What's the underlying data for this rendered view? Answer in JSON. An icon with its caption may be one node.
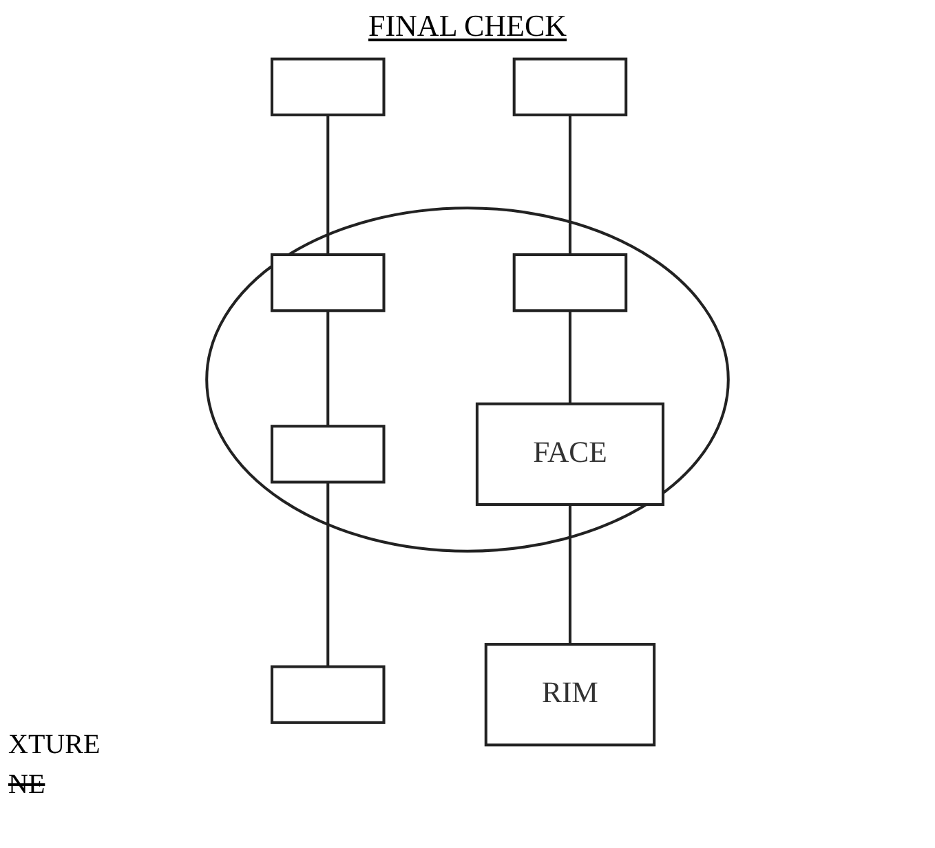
{
  "diagram": {
    "title": "FINAL CHECK",
    "nodes": [
      {
        "text": [],
        "shape": "box"
      },
      {
        "text": [],
        "shape": "circle"
      },
      {
        "text": [],
        "shape": "box",
        "in": 1
      },
      {
        "text": [],
        "shape": "box"
      },
      {
        "text": [],
        "shape": "box",
        "in": 1
      },
      {
        "text": [
          "FACE"
        ],
        "in": 1
      },
      {
        "text": [
          "RIM"
        ]
      },
      {
        "text": [],
        "shape": "box",
        "in": 1
      },
      {
        "text": [],
        "shape": "box"
      }
    ],
    "edges": [
      {
        "from": 0,
        "to": 2,
        "arrow": "none"
      },
      {
        "from": 2,
        "to": 7,
        "arrow": "none"
      },
      {
        "from": 4,
        "to": 5,
        "arrow": "none"
      },
      {
        "from": 3,
        "to": 4,
        "arrow": "none"
      },
      {
        "from": 5,
        "to": 6,
        "arrow": "none"
      },
      {
        "from": 7,
        "to": 8,
        "arrow": "none"
      }
    ],
    "labels": [
      "XTURE",
      "NE"
    ]
  }
}
